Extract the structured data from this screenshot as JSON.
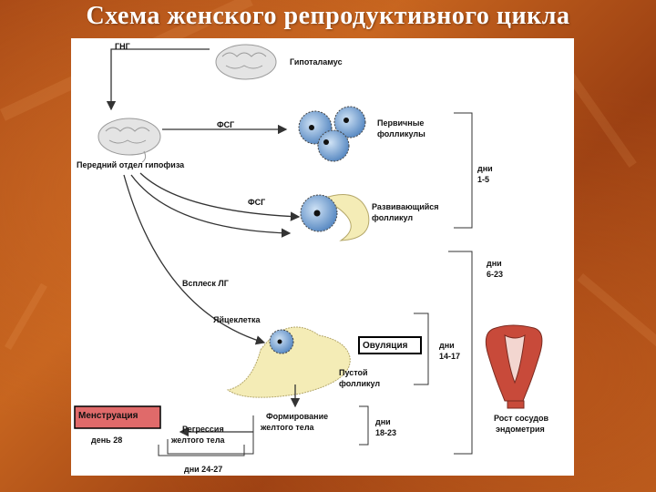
{
  "title": "Схема женского репродуктивного цикла",
  "labels": {
    "gng": "ГНГ",
    "hypothalamus": "Гипоталамус",
    "fsh1": "ФСГ",
    "fsh2": "ФСГ",
    "anterior_pituitary": "Передний отдел гипофиза",
    "primary_follicles_1": "Первичные",
    "primary_follicles_2": "фолликулы",
    "developing_follicle_1": "Развивающийся",
    "developing_follicle_2": "фолликул",
    "lh_surge": "Всплеск ЛГ",
    "egg_cell": "Яйцеклетка",
    "ovulation": "Овуляция",
    "empty_follicle_1": "Пустой",
    "empty_follicle_2": "фолликул",
    "corpus_formation_1": "Формирование",
    "corpus_formation_2": "желтого тела",
    "regression_1": "Регрессия",
    "regression_2": "желтого тела",
    "menstruation": "Менструация",
    "day28": "день 28",
    "days_1_5_a": "дни",
    "days_1_5_b": "1-5",
    "days_6_23_a": "дни",
    "days_6_23_b": "6-23",
    "days_14_17_a": "дни",
    "days_14_17_b": "14-17",
    "days_18_23_a": "дни",
    "days_18_23_b": "18-23",
    "days_24_27": "дни 24-27",
    "vessel_growth_1": "Рост сосудов",
    "vessel_growth_2": "эндометрия"
  },
  "colors": {
    "follicle": "#7fa9d6",
    "yellow_body": "#f4ecb6",
    "menstruation_fill": "#e06a6a",
    "uterus": "#c84a3a"
  }
}
